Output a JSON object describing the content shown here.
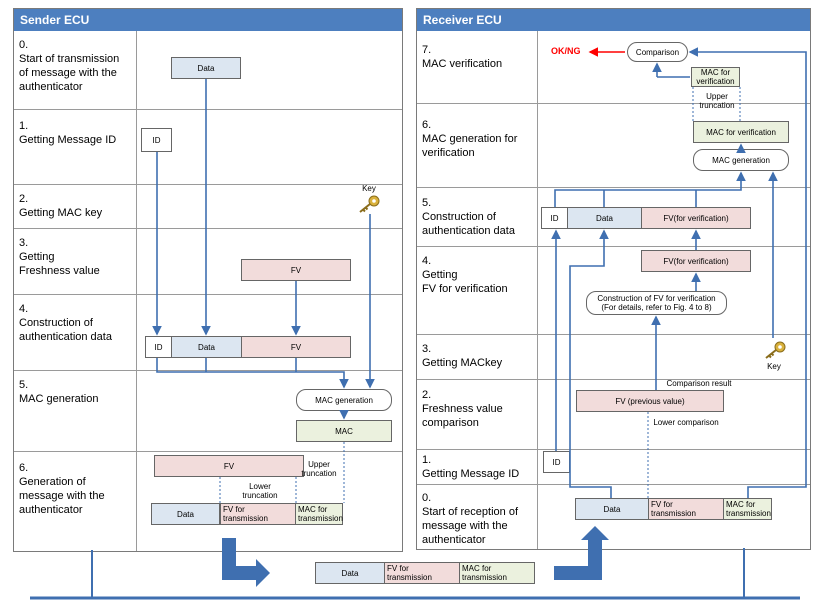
{
  "sender": {
    "title": "Sender ECU",
    "steps": [
      "0.\nStart of transmission\nof message with the\nauthenticator",
      "1.\nGetting Message ID",
      "2.\nGetting MAC key",
      "3.\nGetting\nFreshness value",
      "4.\nConstruction of\nauthentication data",
      "5.\nMAC generation",
      "6.\nGeneration of\nmessage with the\nauthenticator"
    ],
    "data_label": "Data",
    "id_label": "ID",
    "key_label": "Key",
    "fv_label": "FV",
    "mac_generation": "MAC generation",
    "mac_label": "MAC",
    "upper_truncation": "Upper\ntruncation",
    "lower_truncation": "Lower\ntruncation",
    "fv_for_transmission": "FV for\ntransmission",
    "mac_for_transmission": "MAC for\ntransmission"
  },
  "receiver": {
    "title": "Receiver ECU",
    "steps": [
      "7.\nMAC verification",
      "6.\nMAC generation for\nverification",
      "5.\nConstruction of\nauthentication data",
      "4.\nGetting\nFV for verification",
      "3.\nGetting MACkey",
      "2.\nFreshness value\ncomparison",
      "1.\nGetting  Message ID",
      "0.\nStart of reception of\nmessage with the\nauthenticator"
    ],
    "ok_ng": "OK/NG",
    "comparison": "Comparison",
    "mac_for_verification_small": "MAC for\nverification",
    "upper_truncation": "Upper\ntruncation",
    "mac_for_verification": "MAC for verification",
    "mac_generation": "MAC generation",
    "id_label": "ID",
    "data_label": "Data",
    "fv_for_verification": "FV(for verification)",
    "fv_for_verification_2": "FV(for verification)",
    "construction_fv": "Construction of FV for verification\n(For details, refer to Fig. 4 to 8)",
    "key_label": "Key",
    "comparison_result": "Comparison result",
    "fv_previous": "FV (previous value)",
    "lower_comparison": "Lower comparison",
    "id_label_2": "ID",
    "data_label_2": "Data",
    "fv_for_transmission": "FV for\ntransmission",
    "mac_for_transmission": "MAC for\ntransmission"
  },
  "bus": {
    "data_label": "Data",
    "fv_for_transmission": "FV for\ntransmission",
    "mac_for_transmission": "MAC for\ntransmission"
  },
  "colors": {
    "header": "#4d7fbf",
    "arrow": "#3f6fb0",
    "ok_ng": "#ff0000"
  }
}
